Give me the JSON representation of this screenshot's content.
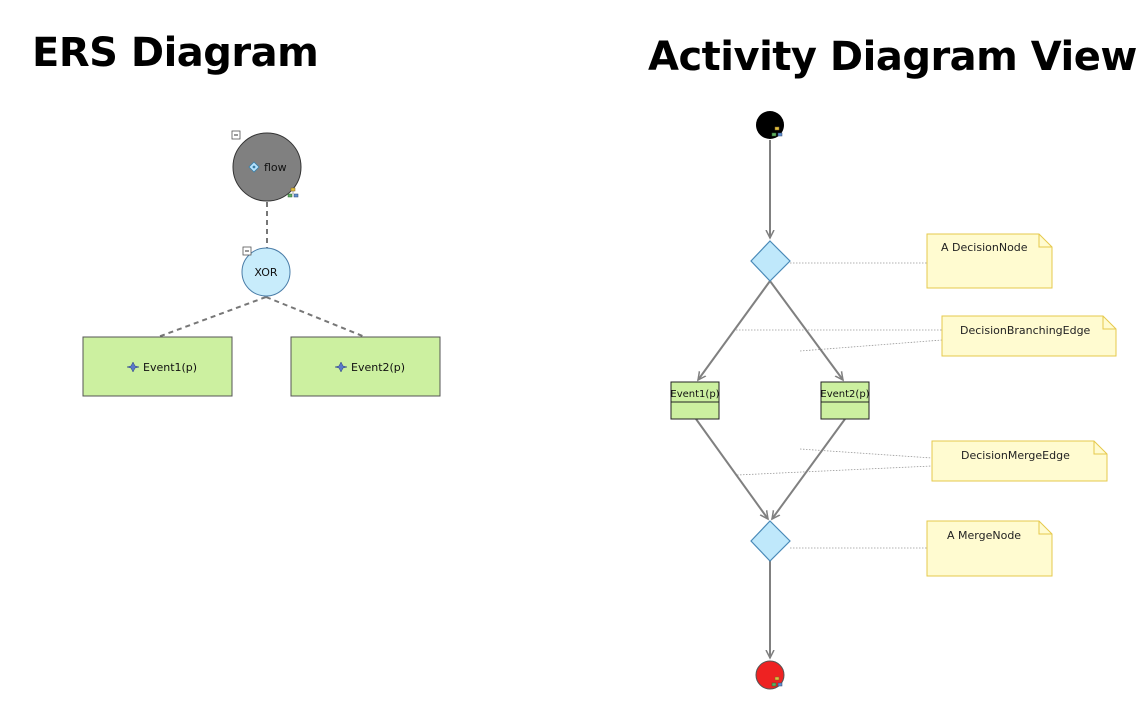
{
  "ers": {
    "title": "ERS Diagram",
    "root": {
      "label": "flow"
    },
    "gateway": {
      "label": "XOR"
    },
    "events": [
      {
        "label": "Event1(p)"
      },
      {
        "label": "Event2(p)"
      }
    ]
  },
  "activity": {
    "title": "Activity Diagram View",
    "actions": [
      {
        "label": "Event1(p)"
      },
      {
        "label": "Event2(p)"
      }
    ],
    "notes": {
      "decision_node": "A DecisionNode",
      "branching_edge": "DecisionBranchingEdge",
      "merge_edge": "DecisionMergeEdge",
      "merge_node": "A MergeNode"
    }
  },
  "colors": {
    "root_fill": "#808080",
    "gateway_fill": "#c8ecfb",
    "event_fill": "#ccf0a0",
    "note_fill": "#fffbd0",
    "final_fill": "#ee2222",
    "diamond_fill": "#bfe8fb"
  }
}
